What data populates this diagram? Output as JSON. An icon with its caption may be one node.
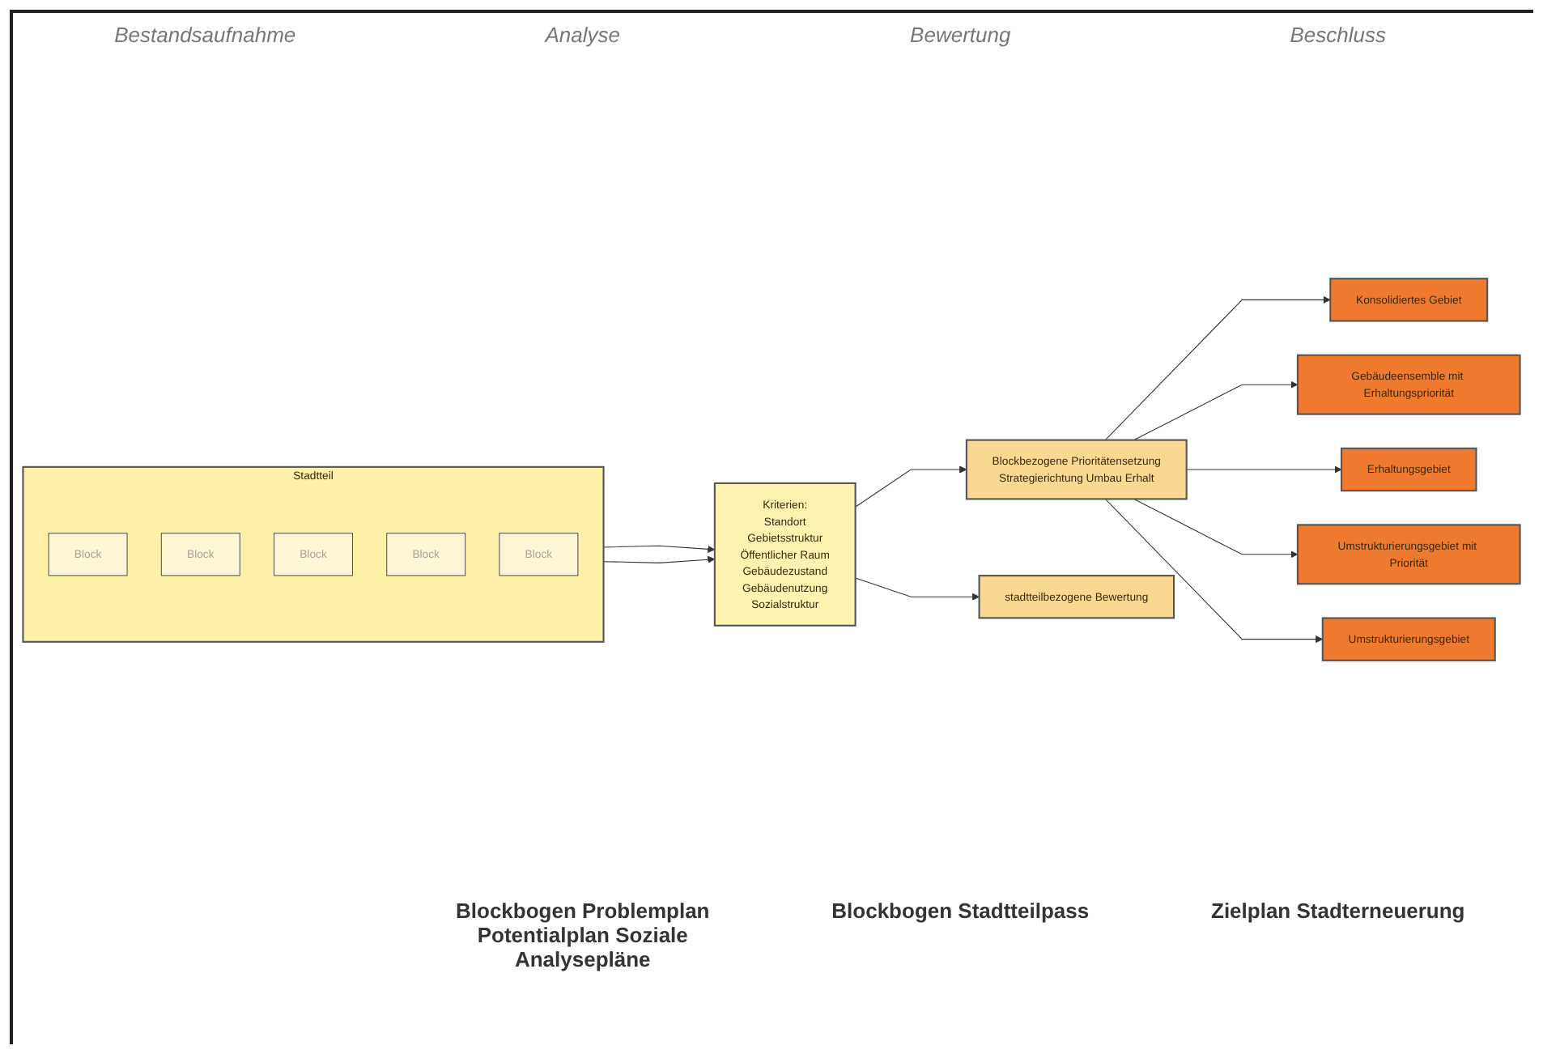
{
  "diagram": {
    "nodes": [
      {
        "text": [
          "Stadtteil"
        ]
      },
      {
        "text": [
          "Block"
        ],
        "in": 0
      },
      {
        "text": [
          "Block"
        ],
        "in": 0
      },
      {
        "text": [
          "Block"
        ],
        "in": 0
      },
      {
        "text": [
          "Block"
        ],
        "in": 0
      },
      {
        "text": [
          "Block"
        ],
        "in": 0
      },
      {
        "text": [
          "Kriterien:",
          "Standort",
          "Gebietsstruktur",
          "Öffentlicher Raum",
          "Gebäudezustand",
          "Gebäudenutzung",
          "Sozialstruktur"
        ]
      },
      {
        "text": [
          "Blockbezogene Prioritätensetzung",
          "Strategierichtung Umbau Erhalt"
        ]
      },
      {
        "text": [
          "stadtteilbezogene Bewertung"
        ]
      },
      {
        "text": [
          "Konsolidiertes Gebiet"
        ]
      },
      {
        "text": [
          "Gebäudeensemble mit Erhaltungspriorität"
        ]
      },
      {
        "text": [
          "Erhaltungsgebiet"
        ]
      },
      {
        "text": [
          "Umstrukturierungsgebiet mit Priorität"
        ]
      },
      {
        "text": [
          "Umstrukturierungsgebiet"
        ]
      }
    ],
    "edges": [
      {
        "from": 0,
        "to": 6,
        "arrow": "to"
      },
      {
        "from": 0,
        "to": 6,
        "arrow": "to"
      },
      {
        "from": 6,
        "to": 7,
        "arrow": "to"
      },
      {
        "from": 6,
        "to": 8,
        "arrow": "to"
      },
      {
        "from": 7,
        "to": 9,
        "arrow": "to"
      },
      {
        "from": 7,
        "to": 10,
        "arrow": "to"
      },
      {
        "from": 7,
        "to": 11,
        "arrow": "to"
      },
      {
        "from": 7,
        "to": 12,
        "arrow": "to"
      },
      {
        "from": 7,
        "to": 13,
        "arrow": "to"
      }
    ],
    "labels": [
      "Bestandsaufnahme",
      "Analyse",
      "Bewertung",
      "Beschluss",
      "Blockbogen Problemplan Potentialplan Soziale Analysepläne",
      "Blockbogen Stadtteilpass",
      "Zielplan Stadterneuerung"
    ]
  }
}
